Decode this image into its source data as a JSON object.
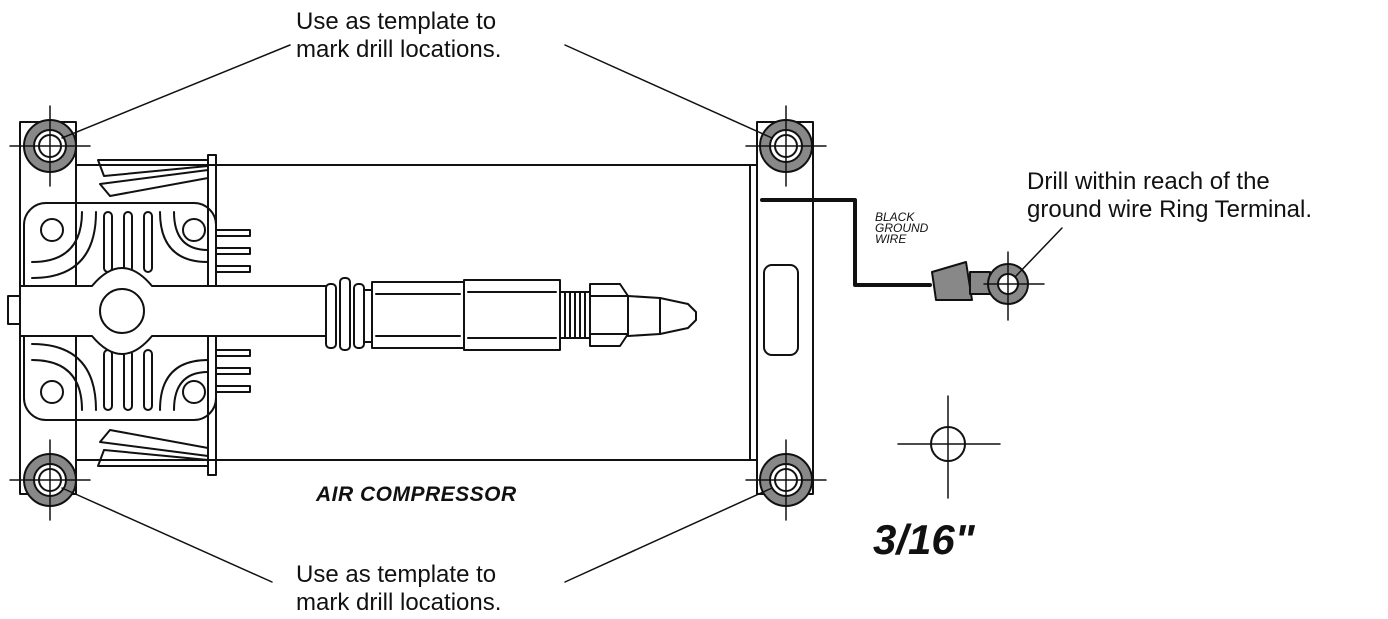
{
  "callouts": {
    "top_line1": "Use as template to",
    "top_line2": "mark drill locations.",
    "bottom_line1": "Use as template to",
    "bottom_line2": "mark drill locations.",
    "ground_line1": "Drill within reach of the",
    "ground_line2": "ground wire Ring Terminal."
  },
  "wire_label": {
    "line1": "BLACK",
    "line2": "GROUND",
    "line3": "WIRE"
  },
  "compressor_label": "AIR COMPRESSOR",
  "drill_size_label": "3/16\"",
  "colors": {
    "ink": "#111111",
    "mount_grommet": "#888888",
    "ring_terminal": "#888888"
  }
}
